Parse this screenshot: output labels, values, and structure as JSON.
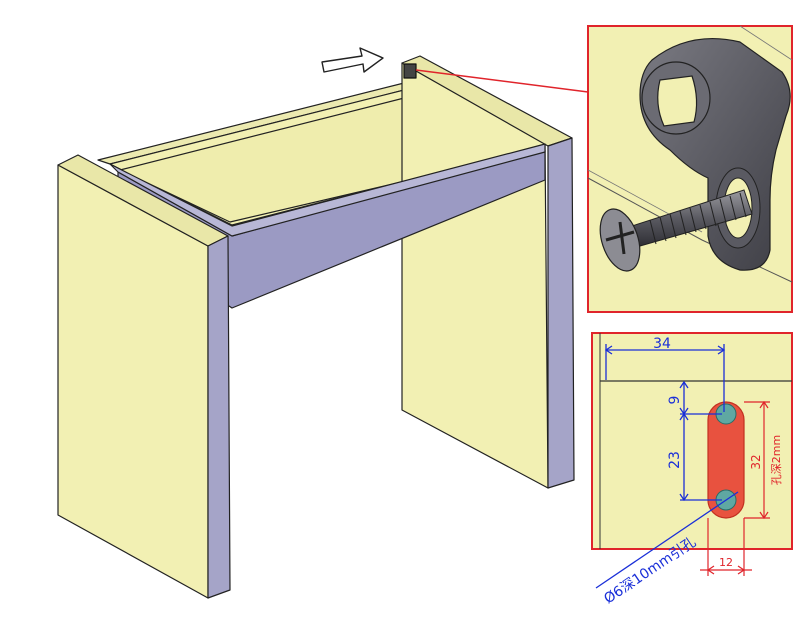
{
  "detail_top": {
    "title": "",
    "caption": ""
  },
  "dimension_panel": {
    "dim_width": "34",
    "dim_top_offset": "9",
    "dim_center_distance": "23",
    "dim_slot_length": "32",
    "slot_depth_note": "孔深2mm",
    "slot_width": "12",
    "pilot_hole_note": "Ø6深10mm引孔"
  },
  "colors": {
    "wood_face": "#f2f0b3",
    "wood_side": "#e6e59e",
    "apron": "#9b9ac3",
    "apron_dark": "#7e7da8",
    "callout_red": "#e0242b",
    "dim_blue": "#1a2fd8",
    "dim_red": "#e0242b",
    "slot_fill": "#e8523f",
    "hole_fill": "#5fa8a2"
  },
  "icons": {
    "direction_arrow": "right-arrow-icon",
    "screw": "countersunk-screw-icon",
    "connector": "cam-connector-icon"
  }
}
